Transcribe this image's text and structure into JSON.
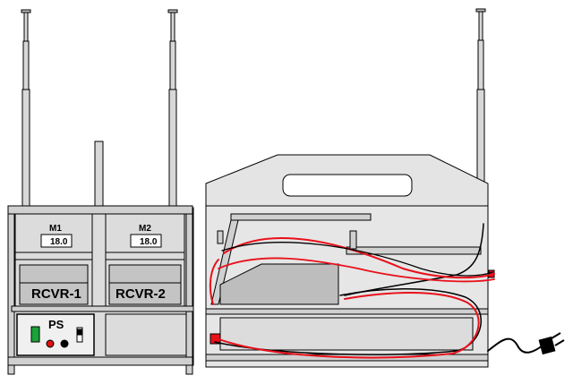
{
  "front_view": {
    "module_1": {
      "tag": "M1",
      "readout": "18.0",
      "receiver_label": "RCVR-1"
    },
    "module_2": {
      "tag": "M2",
      "readout": "18.0",
      "receiver_label": "RCVR-2"
    },
    "power_supply": {
      "label": "PS"
    }
  },
  "colors": {
    "panel": "#dcdcdc",
    "panel_dark": "#bfbfbf",
    "outline": "#000000",
    "cable_red": "#e8101a",
    "cable_black": "#000000",
    "switch_green": "#1aa33a",
    "jack_red": "#dd1111"
  }
}
